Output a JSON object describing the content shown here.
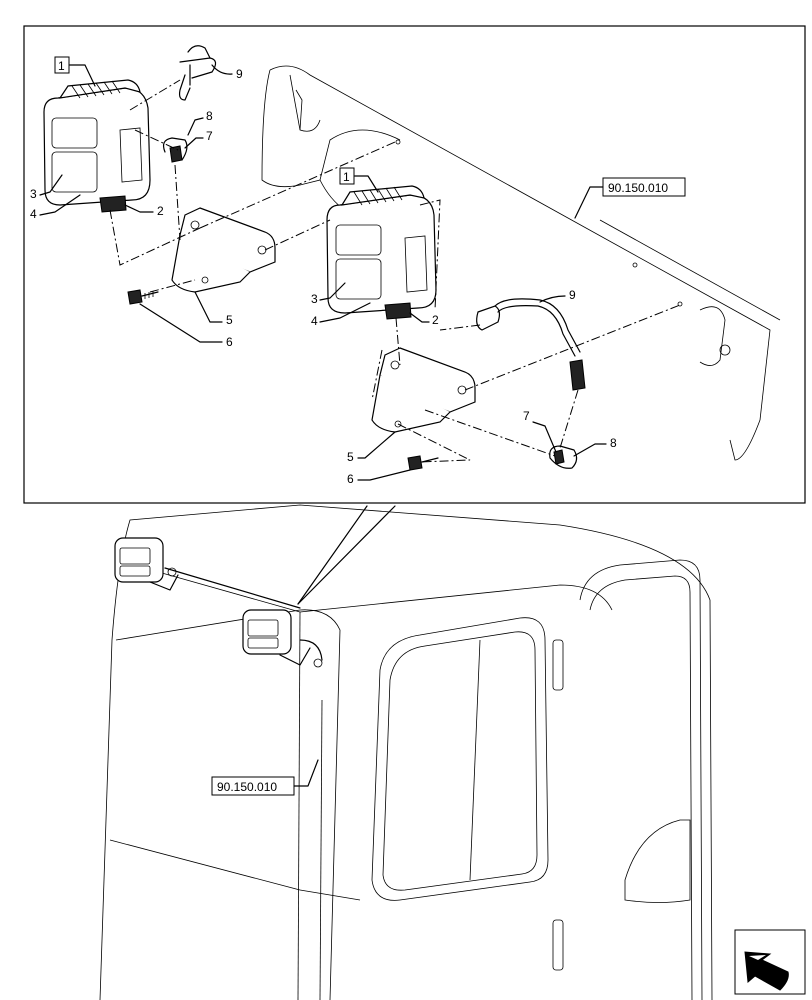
{
  "callouts": {
    "c1_a": "1",
    "c9_a": "9",
    "c8_a": "8",
    "c7_a": "7",
    "c3_a": "3",
    "c4_a": "4",
    "c2_a": "2",
    "c5_a": "5",
    "c6_a": "6",
    "c1_b": "1",
    "c3_b": "3",
    "c4_b": "4",
    "c2_b": "2",
    "c9_b": "9",
    "c7_b": "7",
    "c8_b": "8",
    "c5_b": "5",
    "c6_b": "6"
  },
  "references": {
    "upper": "90.150.010",
    "lower": "90.150.010"
  },
  "nav": {
    "arrow_icon": "nav-arrow-icon"
  }
}
